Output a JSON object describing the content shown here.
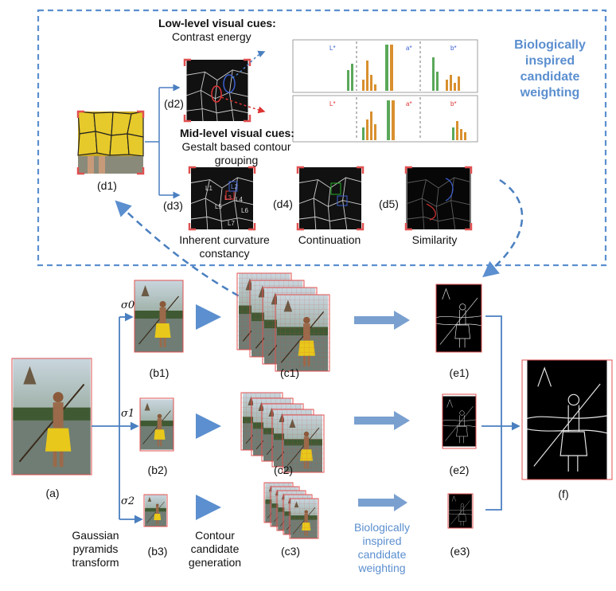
{
  "top_panel": {
    "low_level_title": "Low-level visual cues:",
    "low_level_sub": "Contrast energy",
    "mid_level_title": "Mid-level visual cues:",
    "mid_level_sub": "Gestalt based contour\ngrouping",
    "weighting_title": "Biologically\ninspired\ncandidate\nweighting",
    "d1": "(d1)",
    "d2": "(d2)",
    "d3": "(d3)",
    "d4": "(d4)",
    "d5": "(d5)",
    "curvature": "Inherent curvature\nconstancy",
    "continuation": "Continuation",
    "similarity": "Similarity",
    "hist_top_labels": [
      "L*",
      "a*",
      "b*"
    ],
    "hist_bottom_labels": [
      "L*",
      "a*",
      "b*"
    ],
    "contour_labels": [
      "L1",
      "L2",
      "L3",
      "L4",
      "L5",
      "L6",
      "L7"
    ]
  },
  "pipeline": {
    "a": "(a)",
    "b1": "(b1)",
    "b2": "(b2)",
    "b3": "(b3)",
    "c1": "(c1)",
    "c2": "(c2)",
    "c3": "(c3)",
    "e1": "(e1)",
    "e2": "(e2)",
    "e3": "(e3)",
    "f": "(f)",
    "sigma0": "σ0",
    "sigma1": "σ1",
    "sigma2": "σ2",
    "gaussian": "Gaussian\npyramids\ntransform",
    "contour_candidate": "Contour\ncandidate\ngeneration",
    "bio_weighting": "Biologically\ninspired\ncandidate\nweighting"
  },
  "colors": {
    "accent_blue": "#5b8fcf",
    "frame_red": "#e05050",
    "bar_green": "#5aa85a",
    "bar_orange": "#d9902f",
    "skirt_yellow": "#e8c81a"
  }
}
